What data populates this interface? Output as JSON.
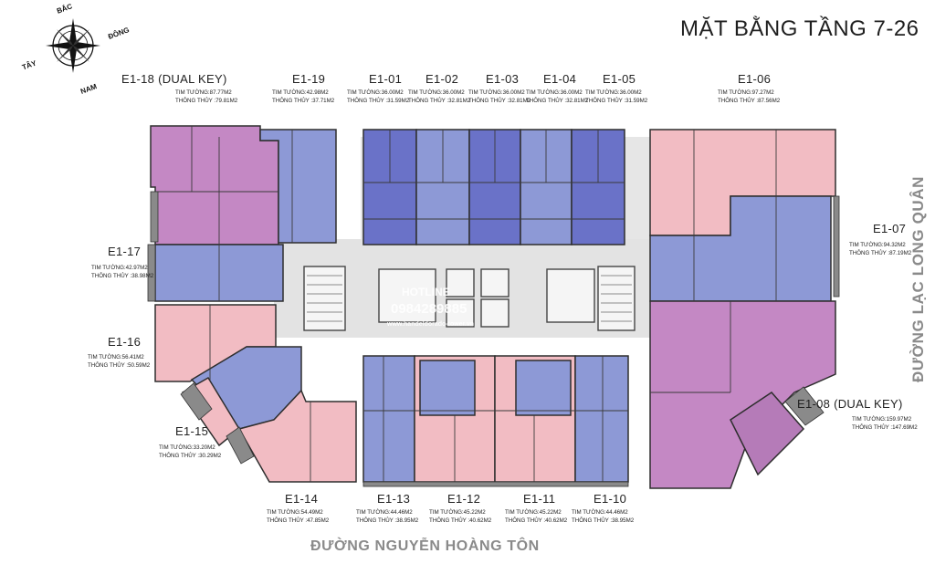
{
  "title": "MẶT BẰNG  TẦNG  7-26",
  "streets": {
    "bottom": "ĐƯỜNG NGUYỄN HOÀNG TÔN",
    "right": "ĐƯỜNG LẠC LONG QUÂN"
  },
  "compass": {
    "north": "BẮC",
    "east": "ĐÔNG",
    "west": "TÂY",
    "south": "NAM"
  },
  "watermark": {
    "label": "HOTLINE",
    "phone": "0984289885",
    "site": "www.handeldorado-tower.vn"
  },
  "colors": {
    "blue": "#8d99d6",
    "dark_blue": "#6a72c8",
    "pink": "#f2bcc3",
    "magenta": "#c488c4",
    "core": "#e3e3e3",
    "wall": "#3a3a3a"
  },
  "units": [
    {
      "name": "E1-18 (DUAL KEY)",
      "wall": "TIM TƯỜNG:87.77M2",
      "net": "THÔNG THỦY :79.81M2"
    },
    {
      "name": "E1-19",
      "wall": "TIM TƯỜNG:42.98M2",
      "net": "THÔNG THỦY :37.71M2"
    },
    {
      "name": "E1-01",
      "wall": "TIM TƯỜNG:36.00M2",
      "net": "THÔNG THỦY :31.59M2"
    },
    {
      "name": "E1-02",
      "wall": "TIM TƯỜNG:36.00M2",
      "net": "THÔNG THỦY :32.81M2"
    },
    {
      "name": "E1-03",
      "wall": "TIM TƯỜNG:36.00M2",
      "net": "THÔNG THỦY :32.81M2"
    },
    {
      "name": "E1-04",
      "wall": "TIM TƯỜNG:36.00M2",
      "net": "THÔNG THỦY :32.81M2"
    },
    {
      "name": "E1-05",
      "wall": "TIM TƯỜNG:36.00M2",
      "net": "THÔNG THỦY :31.59M2"
    },
    {
      "name": "E1-06",
      "wall": "TIM TƯỜNG:97.27M2",
      "net": "THÔNG THỦY :87.56M2"
    },
    {
      "name": "E1-07",
      "wall": "TIM TƯỜNG:94.32M2",
      "net": "THÔNG THỦY :87.19M2"
    },
    {
      "name": "E1-17",
      "wall": "TIM TƯỜNG:42.97M2",
      "net": "THÔNG THỦY :38.98M2"
    },
    {
      "name": "E1-16",
      "wall": "TIM TƯỜNG:56.41M2",
      "net": "THÔNG THỦY :50.59M2"
    },
    {
      "name": "E1-15",
      "wall": "TIM TƯỜNG:33.20M2",
      "net": "THÔNG THỦY :30.29M2"
    },
    {
      "name": "E1-14",
      "wall": "TIM TƯỜNG:54.49M2",
      "net": "THÔNG THỦY :47.85M2"
    },
    {
      "name": "E1-13",
      "wall": "TIM TƯỜNG:44.46M2",
      "net": "THÔNG THỦY :38.95M2"
    },
    {
      "name": "E1-12",
      "wall": "TIM TƯỜNG:45.22M2",
      "net": "THÔNG THỦY :40.62M2"
    },
    {
      "name": "E1-11",
      "wall": "TIM TƯỜNG:45.22M2",
      "net": "THÔNG THỦY :40.62M2"
    },
    {
      "name": "E1-10",
      "wall": "TIM TƯỜNG:44.46M2",
      "net": "THÔNG THỦY :38.95M2"
    },
    {
      "name": "E1-08 (DUAL KEY)",
      "wall": "TIM TƯỜNG:159.97M2",
      "net": "THÔNG THỦY :147.69M2"
    }
  ]
}
